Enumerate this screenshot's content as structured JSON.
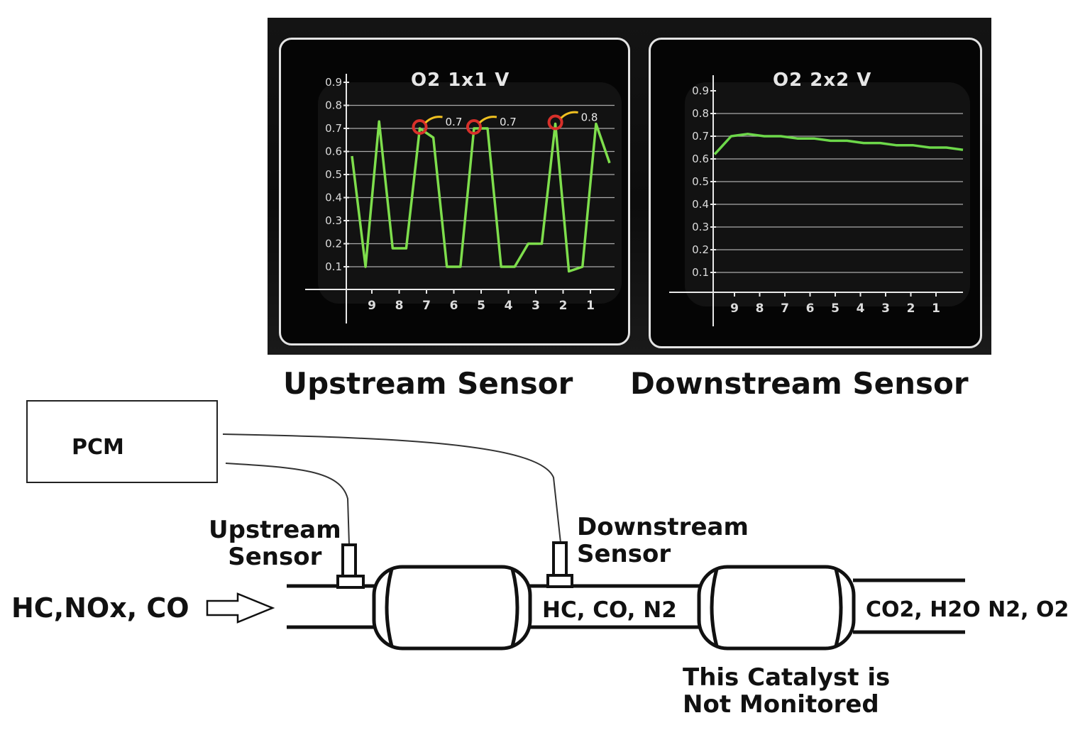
{
  "scope": {
    "upstream": {
      "title": "O2 1x1 V",
      "y_ticks": [
        "0.9",
        "0.8",
        "0.7",
        "0.6",
        "0.5",
        "0.4",
        "0.3",
        "0.2",
        "0.1"
      ],
      "x_ticks": [
        "9",
        "8",
        "7",
        "6",
        "5",
        "4",
        "3",
        "2",
        "1"
      ],
      "markers": [
        "0.7",
        "0.7",
        "0.8"
      ],
      "line_color": "#7ede4c",
      "marker_color": "#d8302a",
      "highlight_color": "#f0c020"
    },
    "downstream": {
      "title": "O2 2x2 V",
      "y_ticks": [
        "0.9",
        "0.8",
        "0.7",
        "0.6",
        "0.5",
        "0.4",
        "0.3",
        "0.2",
        "0.1"
      ],
      "x_ticks": [
        "9",
        "8",
        "7",
        "6",
        "5",
        "4",
        "3",
        "2",
        "1"
      ],
      "line_color": "#6dd84a"
    }
  },
  "captions": {
    "upstream": "Upstream Sensor",
    "downstream": "Downstream Sensor"
  },
  "diagram": {
    "pcm_label": "PCM",
    "upstream_sensor_label": [
      "Upstream",
      "Sensor"
    ],
    "downstream_sensor_label": [
      "Downstream",
      "Sensor"
    ],
    "inlet_gases": "HC,NOx, CO",
    "mid_gases": "HC, CO, N2",
    "outlet_gases": "CO2, H2O N2, O2",
    "note": [
      "This Catalyst is",
      "Not Monitored"
    ]
  }
}
